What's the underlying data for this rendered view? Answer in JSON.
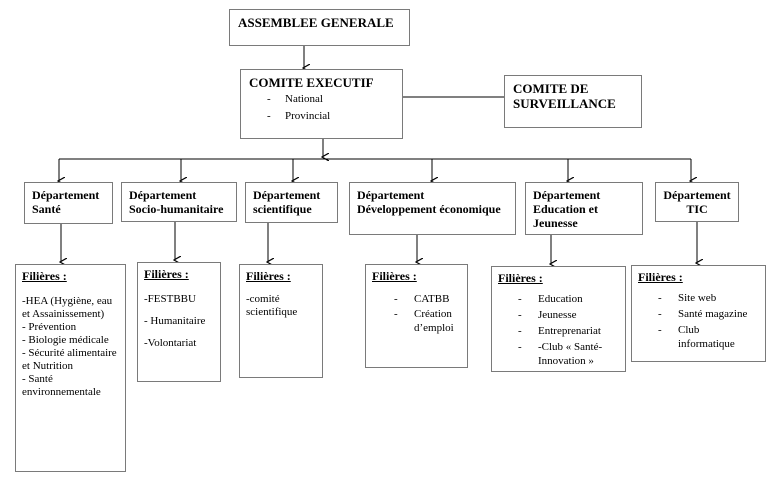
{
  "assemblee": {
    "title": "ASSEMBLEE GENERALE"
  },
  "comite_executif": {
    "title": "COMITE EXECUTIF",
    "items": [
      "National",
      "Provincial"
    ]
  },
  "comite_surveillance": {
    "line1": "COMITE DE",
    "line2": "SURVEILLANCE"
  },
  "departements": [
    {
      "line1": "Département",
      "line2": "Santé"
    },
    {
      "line1": "Département",
      "line2": "Socio-humanitaire"
    },
    {
      "line1": "Département",
      "line2": "scientifique"
    },
    {
      "line1": "Département",
      "line2": "Développement économique"
    },
    {
      "line1": "Département",
      "line2": "Education et",
      "line3": "Jeunesse"
    },
    {
      "line1": "Département",
      "line2": "TIC"
    }
  ],
  "filieres_label": "Filières :",
  "filieres": {
    "sante": [
      "-HEA (Hygiène, eau et Assainissement)",
      "- Prévention",
      "- Biologie médicale",
      "- Sécurité alimentaire et Nutrition",
      "- Santé environnementale"
    ],
    "socio": [
      "-FESTBBU",
      "- Humanitaire",
      "-Volontariat"
    ],
    "scientifique": [
      "-comité scientifique"
    ],
    "developpement": [
      "CATBB",
      "Création d’emploi"
    ],
    "education": [
      "Education",
      "Jeunesse",
      "Entreprenariat",
      "-Club « Santé-Innovation »"
    ],
    "tic": [
      "Site web",
      "Santé magazine",
      "Club informatique"
    ]
  }
}
